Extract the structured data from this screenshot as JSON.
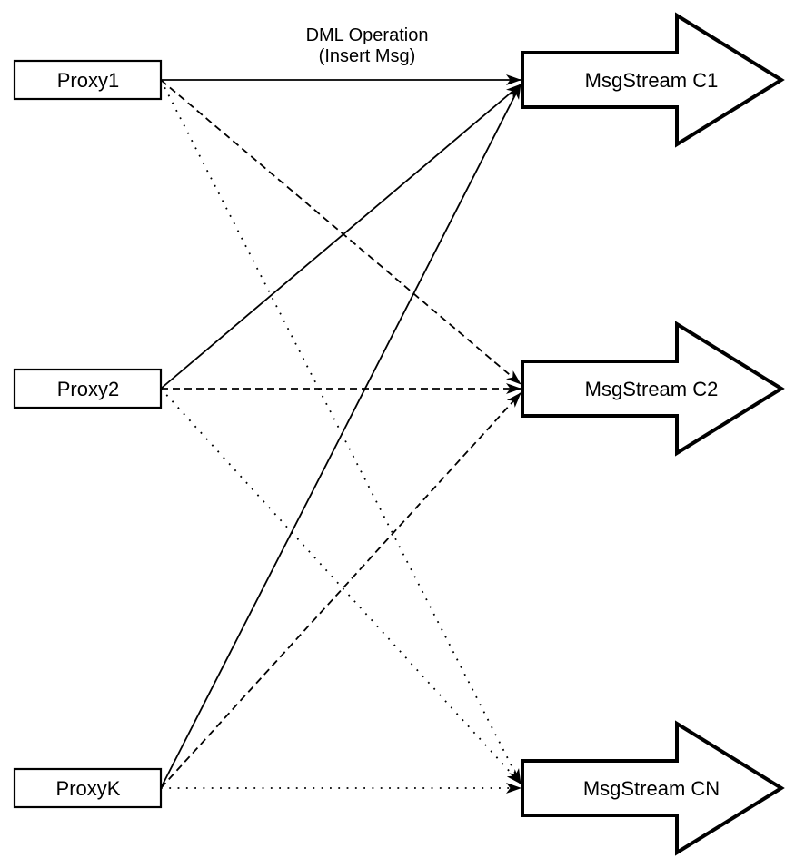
{
  "title": {
    "line1": "DML Operation",
    "line2": "(Insert Msg)"
  },
  "colors": {
    "ink": "#000000",
    "background": "#ffffff"
  },
  "proxies": [
    {
      "id": "proxy1",
      "label": "Proxy1"
    },
    {
      "id": "proxy2",
      "label": "Proxy2"
    },
    {
      "id": "proxyK",
      "label": "ProxyK"
    }
  ],
  "streams": [
    {
      "id": "c1",
      "label": "MsgStream C1"
    },
    {
      "id": "c2",
      "label": "MsgStream C2"
    },
    {
      "id": "cn",
      "label": "MsgStream CN"
    }
  ],
  "edges": [
    {
      "from": 0,
      "to": 0,
      "style": "solid"
    },
    {
      "from": 0,
      "to": 1,
      "style": "dashed"
    },
    {
      "from": 0,
      "to": 2,
      "style": "dotted"
    },
    {
      "from": 1,
      "to": 0,
      "style": "solid"
    },
    {
      "from": 1,
      "to": 1,
      "style": "dashed"
    },
    {
      "from": 1,
      "to": 2,
      "style": "dotted"
    },
    {
      "from": 2,
      "to": 0,
      "style": "solid"
    },
    {
      "from": 2,
      "to": 1,
      "style": "dashed"
    },
    {
      "from": 2,
      "to": 2,
      "style": "dotted"
    }
  ]
}
